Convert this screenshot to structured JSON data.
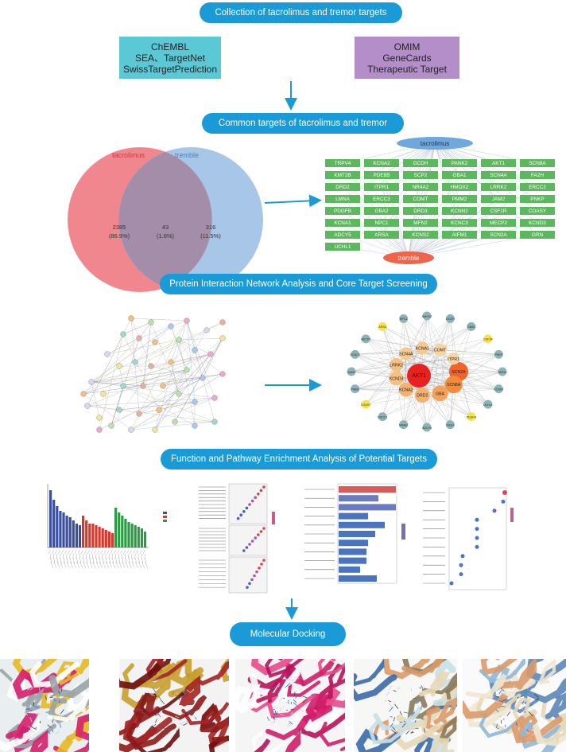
{
  "steps": {
    "collection": "Collection of tacrolimus and tremor targets",
    "common": "Common targets of tacrolimus and tremor",
    "ppi": "Protein Interaction Network Analysis and Core Target Screening",
    "enrichment": "Function and Pathway Enrichment Analysis of Potential Targets",
    "docking": "Molecular Docking"
  },
  "sources": {
    "drug": [
      "ChEMBL",
      "SEA、TargetNet",
      "SwissTargetPrediction"
    ],
    "disease": [
      "OMIM",
      "GeneCards",
      "Therapeutic Target"
    ]
  },
  "venn": {
    "left_label": "tacrolimus",
    "right_label": "tremble",
    "left_count": "2385",
    "left_pct": "(86.9%)",
    "overlap_count": "43",
    "overlap_pct": "(1.6%)",
    "right_count": "316",
    "right_pct": "(11.5%)"
  },
  "target_net": {
    "top_node": "tacrolimus",
    "bottom_node": "tremble",
    "genes": [
      "TRPV4",
      "KCNA2",
      "GCDH",
      "PANK2",
      "AKT1",
      "SCN8A",
      "KMT2B",
      "PDE8B",
      "SCP2",
      "GBA1",
      "SCN4A",
      "FA2H",
      "DRD2",
      "ITPR1",
      "NR4A2",
      "HMOX2",
      "LRRK2",
      "ERCC2",
      "LMNA",
      "ERCC3",
      "COMT",
      "PMM2",
      "JAM2",
      "PNKP",
      "PDGFB",
      "GBA2",
      "DRD3",
      "KCNN2",
      "CSF1R",
      "COASY",
      "KCNA1",
      "NPC1",
      "MFN2",
      "KCNC3",
      "MECP2",
      "KCND3",
      "ADCY5",
      "ARSA",
      "KCNS2",
      "AIFM1",
      "SCN2A",
      "GRN",
      "UCHL1"
    ]
  },
  "core_network": {
    "core": [
      "AKT1",
      "SCN2A",
      "SCN8A",
      "GBA",
      "DRD2",
      "KCNA2",
      "KCND3",
      "LRRK2",
      "SCN4A",
      "KCNA1",
      "COMT",
      "ITPR1"
    ],
    "outer": [
      "HMOX2",
      "GCDH",
      "GBA2",
      "CSF1R",
      "PNKP",
      "MFN2",
      "KCNN2",
      "UCHL1",
      "PDGFB",
      "FA2H",
      "ADCY5",
      "NR4A2",
      "ERCC2",
      "COASY",
      "PMM2",
      "JAM2",
      "KCNC3",
      "MECP2",
      "ARSA",
      "NPC1"
    ]
  },
  "colors": {
    "pill": "#1a9bd7",
    "drug_box": "#5bc8d6",
    "disease_box": "#b48ec8",
    "venn_left": "#ef7d86",
    "venn_right": "#8bb3df",
    "gene_box": "#5cb85c",
    "tacrolimus_node": "#6fa8dc",
    "tremble_node": "#f06449",
    "arrow": "#1a9bd7"
  }
}
